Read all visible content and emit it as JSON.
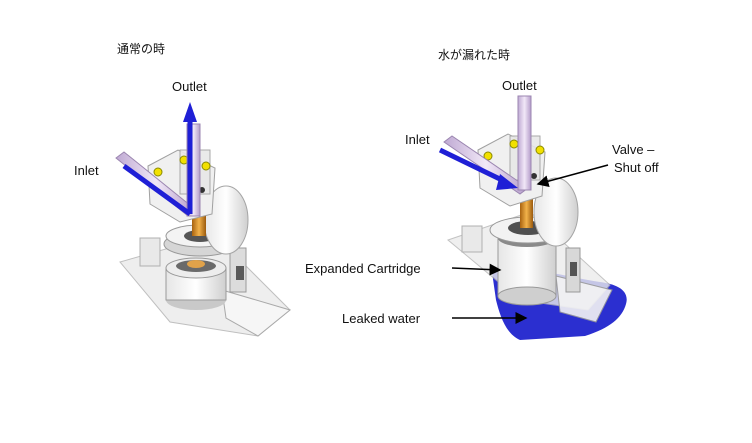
{
  "left_panel": {
    "title": "通常の時",
    "outlet": "Outlet",
    "inlet": "Inlet"
  },
  "right_panel": {
    "title": "水が漏れた時",
    "outlet": "Outlet",
    "inlet": "Inlet",
    "valve_line1": "Valve –",
    "valve_line2": "Shut off",
    "expanded_cartridge": "Expanded Cartridge",
    "leaked_water": "Leaked water"
  },
  "colors": {
    "flow_arrow": "#1f1fd6",
    "pipe": "#d9c6e6",
    "leak_water": "#2b2fd0",
    "valve_core": "#d48a1e",
    "accent_yellow": "#f2e000"
  }
}
